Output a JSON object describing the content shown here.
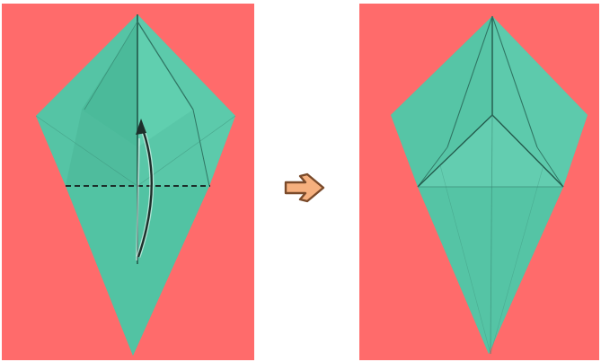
{
  "colors": {
    "background_red": "#ff6b6b",
    "paper_teal": "#4fc0a0",
    "paper_teal_light": "#63cdb0",
    "paper_teal_dark": "#3fae90",
    "crease_dark": "#22584a",
    "arrow_fill": "#f6b07e",
    "arrow_stroke": "#7a4a2a",
    "fold_arrow": "#1d2f2b"
  },
  "panels": [
    {
      "step": "before",
      "icon": "folded-kite-with-valley-fold-line"
    },
    {
      "step": "after",
      "icon": "folded-kite-result"
    }
  ],
  "transition_icon": "right-arrow-icon"
}
